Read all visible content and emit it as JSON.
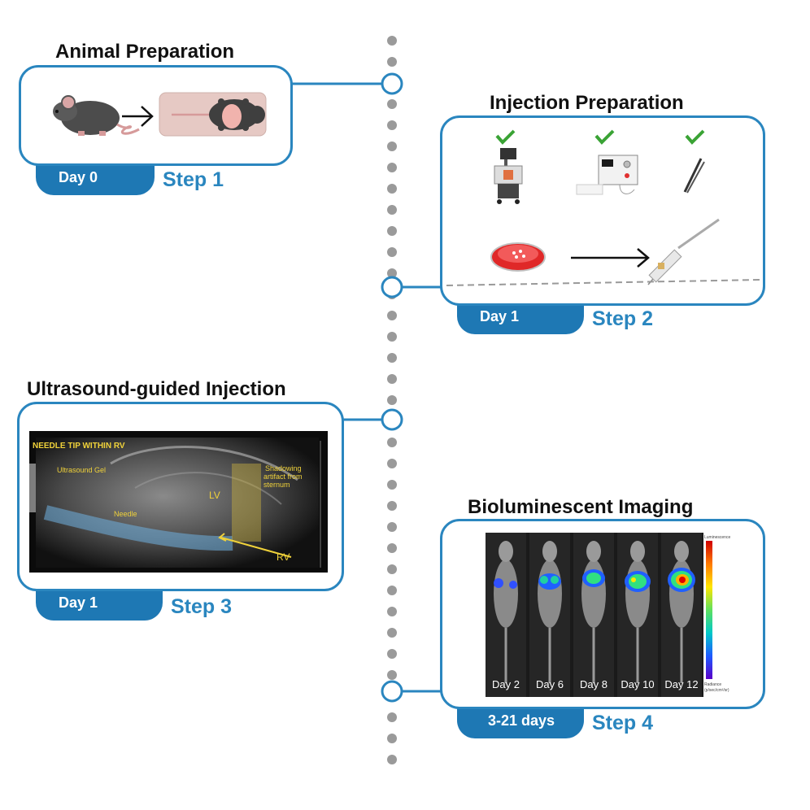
{
  "steps": [
    {
      "title": "Animal Preparation",
      "day": "Day 0",
      "step": "Step 1"
    },
    {
      "title": "Injection Preparation",
      "day": "Day 1",
      "step": "Step 2"
    },
    {
      "title": "Ultrasound-guided Injection",
      "day": "Day 1",
      "step": "Step 3"
    },
    {
      "title": "Bioluminescent Imaging",
      "day": "3-21 days",
      "step": "Step 4"
    }
  ],
  "ultrasound": {
    "header": "NEEDLE TIP WITHIN RV",
    "gel": "Ultrasound Gel",
    "needle": "Needle",
    "lv": "LV",
    "rv": "RV",
    "shadow": [
      "Shadowing",
      "artifact from",
      "sternum"
    ]
  },
  "bli": {
    "days": [
      "Day 2",
      "Day 6",
      "Day 8",
      "Day 10",
      "Day 12"
    ],
    "colorbar_top": "Luminescence",
    "colorbar_bottom": [
      "Radiance",
      "(p/sec/cm²/sr)"
    ]
  },
  "colors": {
    "accent": "#2a86bf",
    "tab": "#1e78b4",
    "check": "#3aa335",
    "timeline": "#9a9a9a"
  }
}
